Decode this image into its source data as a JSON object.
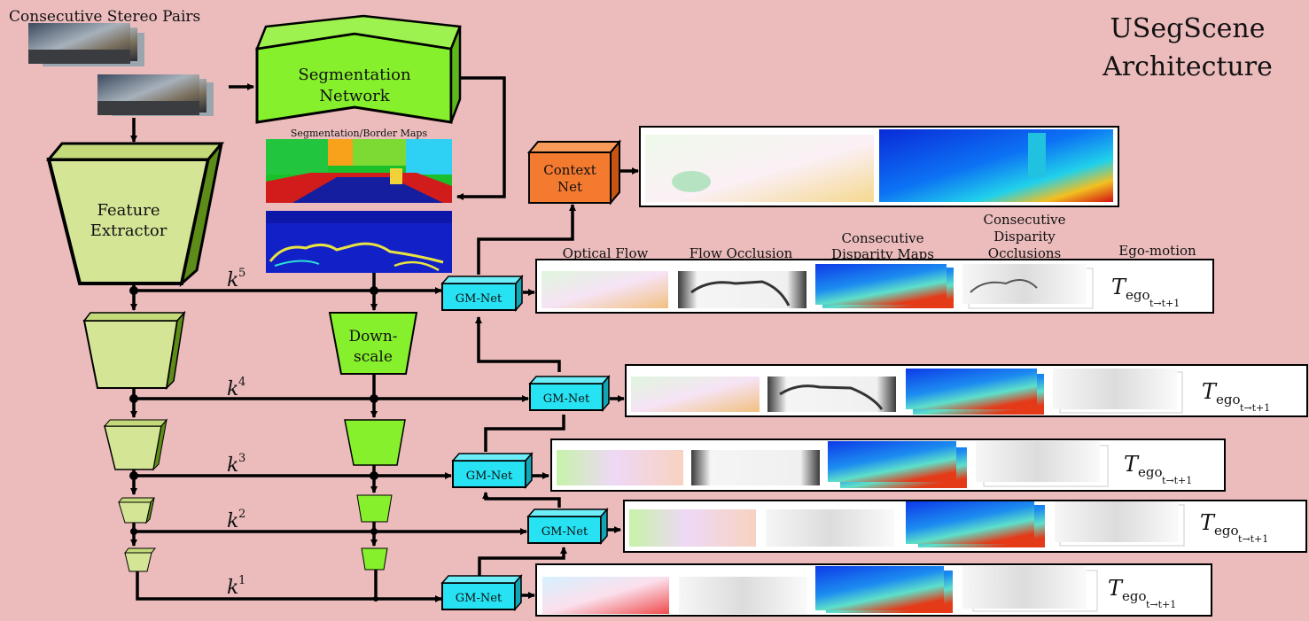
{
  "title": {
    "line1": "USegScene",
    "line2": "Architecture"
  },
  "input": {
    "label": "Consecutive Stereo Pairs"
  },
  "segmentation": {
    "line1": "Segmentation",
    "line2": "Network",
    "maps_label": "Segmentation/Border Maps"
  },
  "feature_extractor": {
    "line1": "Feature",
    "line2": "Extractor"
  },
  "downscale": {
    "line1": "Down-",
    "line2": "scale"
  },
  "context_net": {
    "line1": "Context",
    "line2": "Net"
  },
  "gm_net_label": "GM-Net",
  "levels": [
    {
      "k": "k",
      "sup": "5"
    },
    {
      "k": "k",
      "sup": "4"
    },
    {
      "k": "k",
      "sup": "3"
    },
    {
      "k": "k",
      "sup": "2"
    },
    {
      "k": "k",
      "sup": "1"
    }
  ],
  "output_headers": {
    "optical_flow": "Optical Flow",
    "flow_occlusion": "Flow Occlusion",
    "disparity_line1": "Consecutive",
    "disparity_line2": "Disparity Maps",
    "occl_line1": "Consecutive",
    "occl_line2": "Disparity",
    "occl_line3": "Occlusions",
    "ego_motion": "Ego-motion"
  },
  "ego": {
    "T": "T",
    "sub": "ego",
    "subsub": "t→t+1"
  },
  "colors": {
    "feature": "#d4e596",
    "seg": "#86f02c",
    "context": "#f47a30",
    "gm": "#26e2f2"
  }
}
